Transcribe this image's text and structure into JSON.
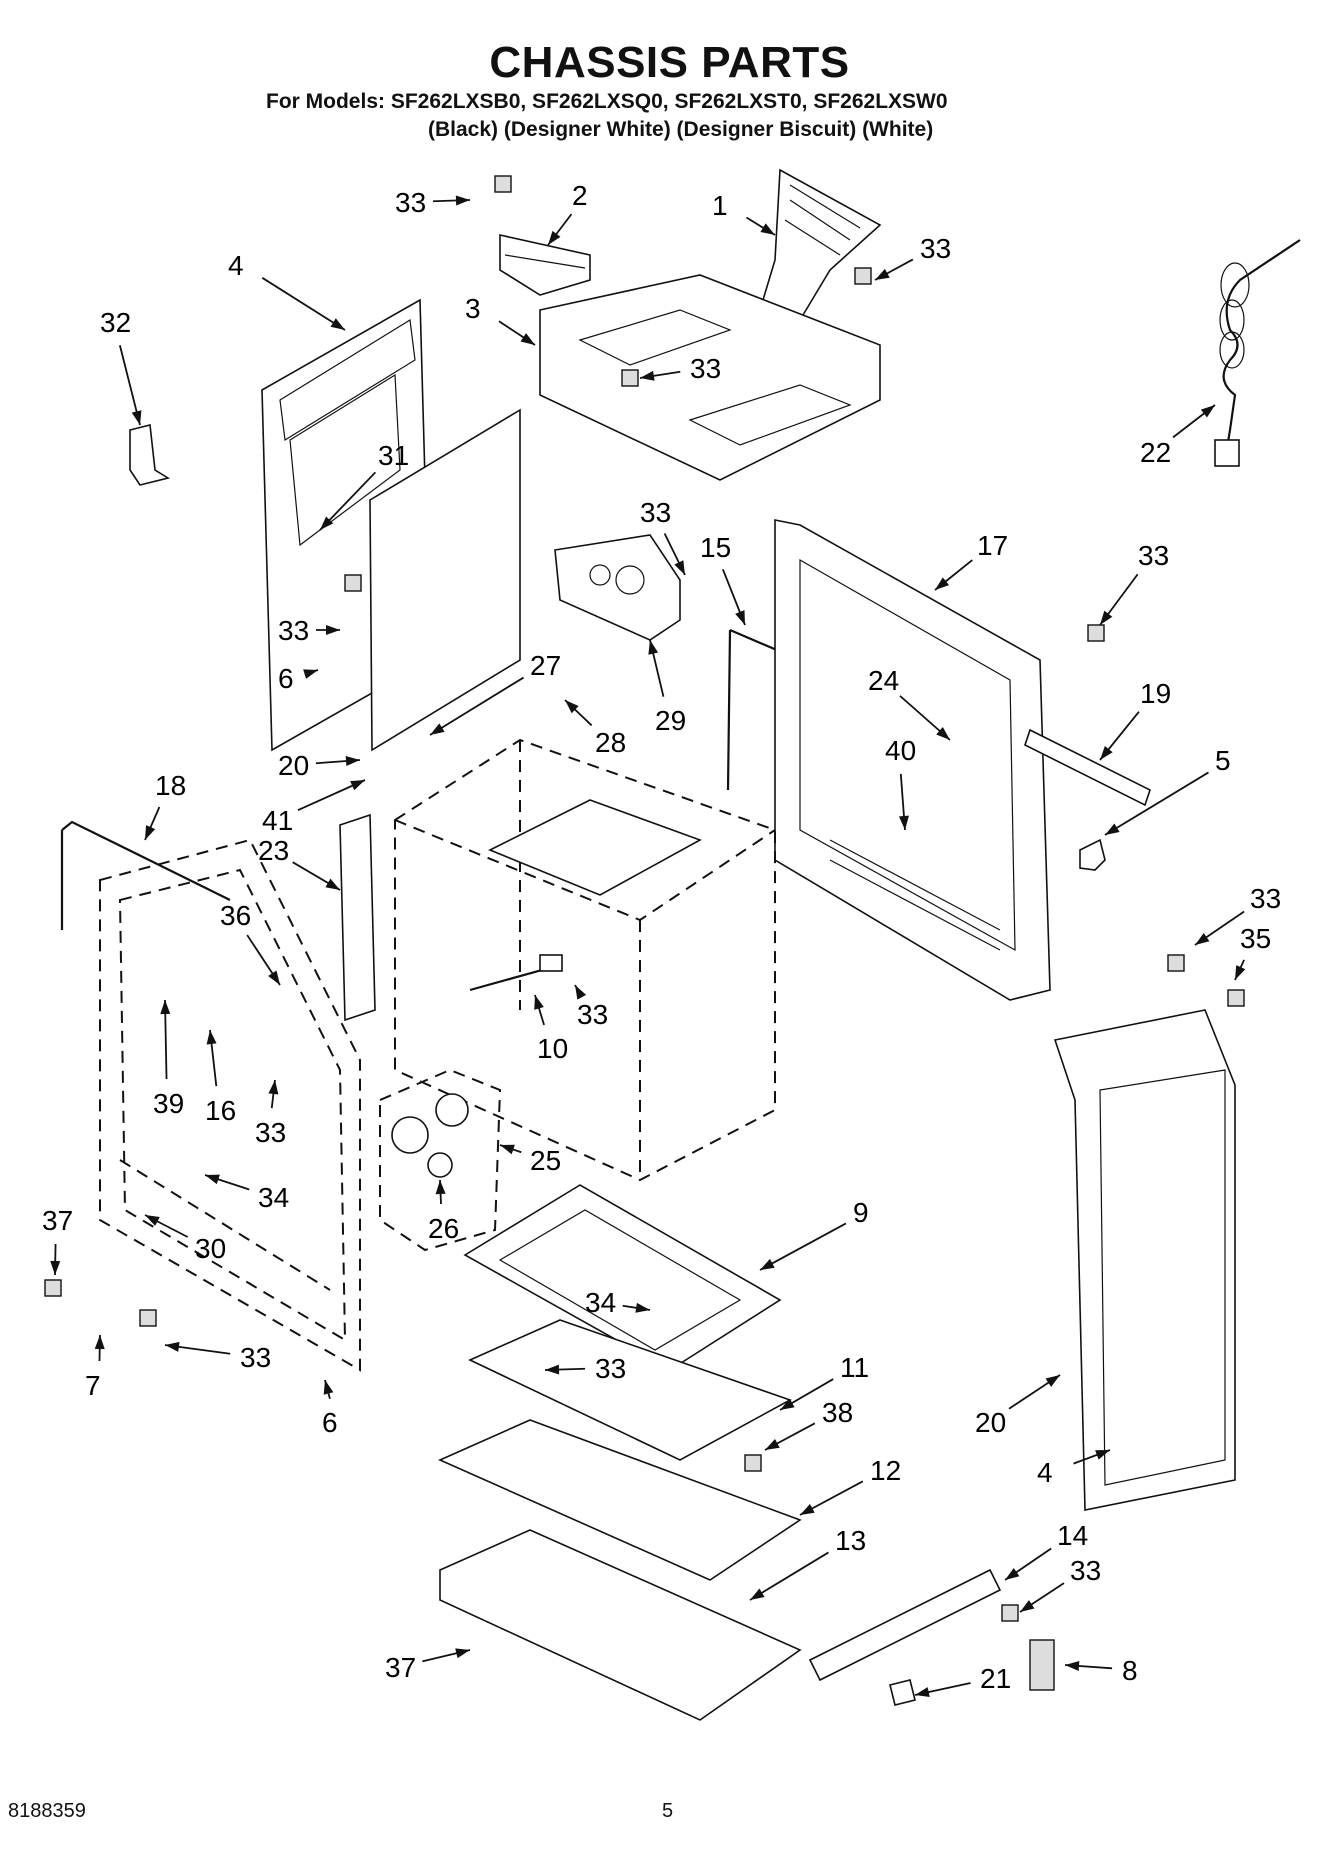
{
  "header": {
    "title": "CHASSIS PARTS",
    "models_line": "For Models: SF262LXSB0, SF262LXSQ0, SF262LXST0, SF262LXSW0",
    "colors_line": "(Black) (Designer White) (Designer Biscuit) (White)"
  },
  "footer": {
    "doc_number": "8188359",
    "page_number": "5"
  },
  "callouts": [
    {
      "id": "c1",
      "text": "33"
    },
    {
      "id": "c2",
      "text": "2"
    },
    {
      "id": "c3",
      "text": "1"
    },
    {
      "id": "c4",
      "text": "33"
    },
    {
      "id": "c5",
      "text": "4"
    },
    {
      "id": "c6",
      "text": "3"
    },
    {
      "id": "c7",
      "text": "33"
    },
    {
      "id": "c8",
      "text": "32"
    },
    {
      "id": "c9",
      "text": "22"
    },
    {
      "id": "c10",
      "text": "31"
    },
    {
      "id": "c11",
      "text": "33"
    },
    {
      "id": "c12",
      "text": "15"
    },
    {
      "id": "c13",
      "text": "17"
    },
    {
      "id": "c14",
      "text": "33"
    },
    {
      "id": "c15",
      "text": "33"
    },
    {
      "id": "c16",
      "text": "6"
    },
    {
      "id": "c17",
      "text": "27"
    },
    {
      "id": "c18",
      "text": "29"
    },
    {
      "id": "c19",
      "text": "24"
    },
    {
      "id": "c20",
      "text": "19"
    },
    {
      "id": "c21",
      "text": "28"
    },
    {
      "id": "c22",
      "text": "20"
    },
    {
      "id": "c23",
      "text": "40"
    },
    {
      "id": "c24",
      "text": "5"
    },
    {
      "id": "c25",
      "text": "18"
    },
    {
      "id": "c26",
      "text": "41"
    },
    {
      "id": "c27",
      "text": "23"
    },
    {
      "id": "c28",
      "text": "36"
    },
    {
      "id": "c29",
      "text": "33"
    },
    {
      "id": "c30",
      "text": "35"
    },
    {
      "id": "c31",
      "text": "33"
    },
    {
      "id": "c32",
      "text": "10"
    },
    {
      "id": "c33",
      "text": "39"
    },
    {
      "id": "c34",
      "text": "16"
    },
    {
      "id": "c35",
      "text": "33"
    },
    {
      "id": "c36",
      "text": "25"
    },
    {
      "id": "c37",
      "text": "34"
    },
    {
      "id": "c38",
      "text": "9"
    },
    {
      "id": "c39",
      "text": "37"
    },
    {
      "id": "c40",
      "text": "26"
    },
    {
      "id": "c41",
      "text": "30"
    },
    {
      "id": "c42",
      "text": "34"
    },
    {
      "id": "c43",
      "text": "33"
    },
    {
      "id": "c44",
      "text": "33"
    },
    {
      "id": "c45",
      "text": "11"
    },
    {
      "id": "c46",
      "text": "7"
    },
    {
      "id": "c47",
      "text": "6"
    },
    {
      "id": "c48",
      "text": "20"
    },
    {
      "id": "c49",
      "text": "38"
    },
    {
      "id": "c50",
      "text": "12"
    },
    {
      "id": "c51",
      "text": "4"
    },
    {
      "id": "c52",
      "text": "13"
    },
    {
      "id": "c53",
      "text": "14"
    },
    {
      "id": "c54",
      "text": "33"
    },
    {
      "id": "c55",
      "text": "37"
    },
    {
      "id": "c56",
      "text": "21"
    },
    {
      "id": "c57",
      "text": "8"
    }
  ]
}
